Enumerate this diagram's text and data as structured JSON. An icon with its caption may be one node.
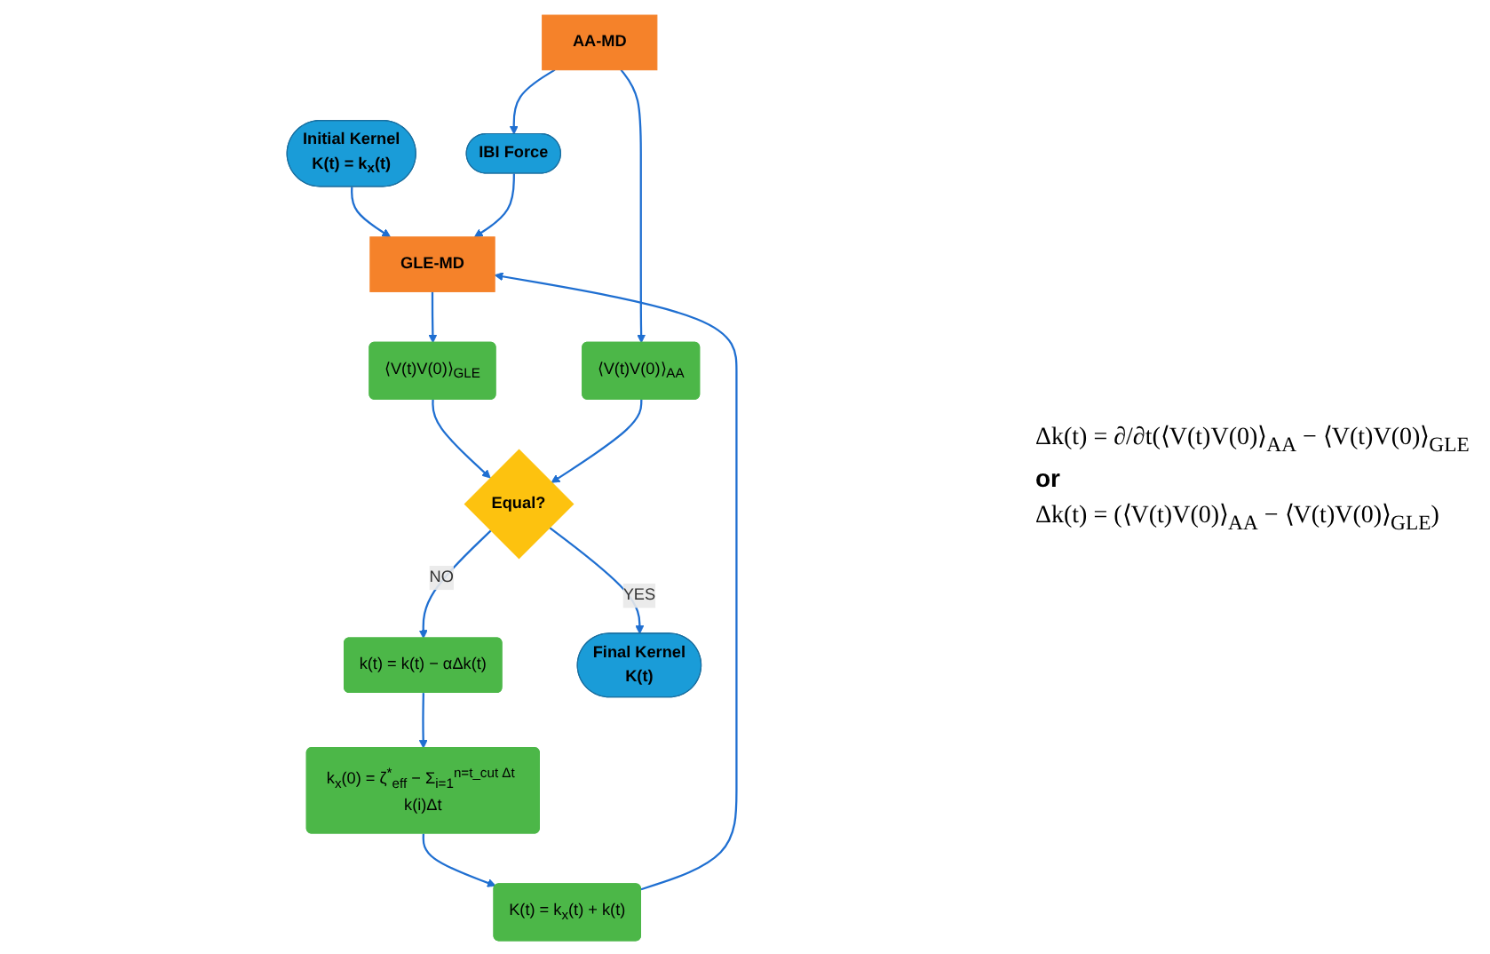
{
  "diagram": {
    "nodes": [
      {
        "text": [
          "Initial Kernel",
          "K(t) = k$_{x}$(t)"
        ]
      },
      {
        "text": [
          "IBI Force"
        ]
      },
      {
        "text": [
          "GLE-MD"
        ]
      },
      {
        "text": [
          "K(t) = k$_{x}$(t) + k(t)"
        ]
      },
      {
        "text": [
          "AA-MD"
        ]
      },
      {
        "text": [
          "⟨V(t)V(0)⟩$_{GLE}$"
        ]
      },
      {
        "text": [
          "k$_{x}$(0) = ζ$^{*}$$_{eff}$ − Σ$_{i=1}$$^{n=t_cut Δt}$ k(i)Δt"
        ]
      },
      {
        "text": [
          "⟨V(t)V(0)⟩$_{AA}$"
        ]
      },
      {
        "text": [
          "Equal?"
        ]
      },
      {
        "text": [
          "k(t) = k(t) − αΔk(t)"
        ]
      },
      {
        "text": [
          "Final Kernel",
          "K(t)"
        ]
      }
    ],
    "edges": [
      {
        "from": 0,
        "to": 2,
        "arrow": "to"
      },
      {
        "from": 4,
        "to": 1,
        "arrow": "to"
      },
      {
        "from": 1,
        "to": 2,
        "arrow": "to"
      },
      {
        "from": 2,
        "to": 5,
        "arrow": "to"
      },
      {
        "from": 5,
        "to": 8,
        "arrow": "to"
      },
      {
        "from": 4,
        "to": 7,
        "arrow": "to"
      },
      {
        "from": 7,
        "to": 8,
        "arrow": "to"
      },
      {
        "from": 8,
        "to": 9,
        "label": "NO",
        "arrow": "to"
      },
      {
        "from": 8,
        "to": 10,
        "label": "YES",
        "arrow": "to"
      },
      {
        "from": 9,
        "to": 6,
        "arrow": "to"
      },
      {
        "from": 6,
        "to": 3,
        "arrow": "to"
      },
      {
        "from": 3,
        "to": 2,
        "arrow": "to"
      }
    ],
    "labels": [
      "Δk(t) = ∂/∂t(⟨V(t)V(0)⟩$_{AA}$ − ⟨V(t)V(0)⟩$_{GLE}$",
      "or",
      "Δk(t) = (⟨V(t)V(0)⟩$_{AA}$ − ⟨V(t)V(0)⟩$_{GLE}$)"
    ]
  }
}
